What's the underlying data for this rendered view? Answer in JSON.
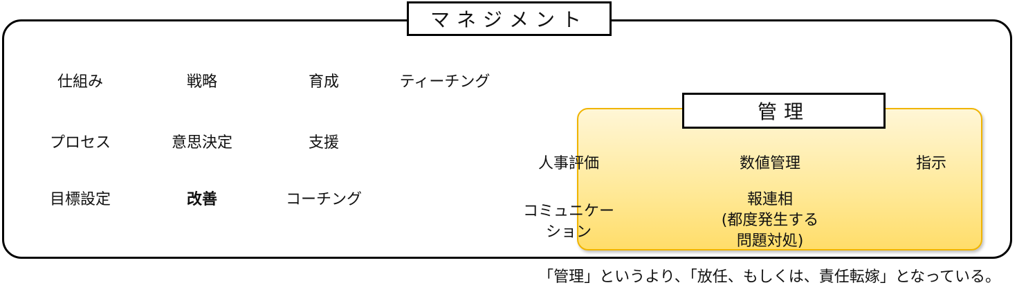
{
  "diagram": {
    "main_title": "マネジメント",
    "sub_title": "管理",
    "management_items": [
      "仕組み",
      "戦略",
      "育成",
      "ティーチング",
      "プロセス",
      "意思決定",
      "支援",
      "目標設定",
      "改善",
      "コーチング"
    ],
    "kanri_items": {
      "hr_eval": "人事評価",
      "numbers": "数値管理",
      "instruction": "指示",
      "communication_line1": "コミュニケー",
      "communication_line2": "ション",
      "report_line1": "報連相",
      "report_line2": "(都度発生する",
      "report_line3": "問題対処)"
    },
    "footer_note": "「管理」というより、「放任、もしくは、責任転嫁」となっている。"
  },
  "colors": {
    "frame_border": "#000000",
    "panel_border": "#f0b400",
    "panel_fill_top": "#fff6d6",
    "panel_fill_bottom": "#ffdd6a"
  }
}
